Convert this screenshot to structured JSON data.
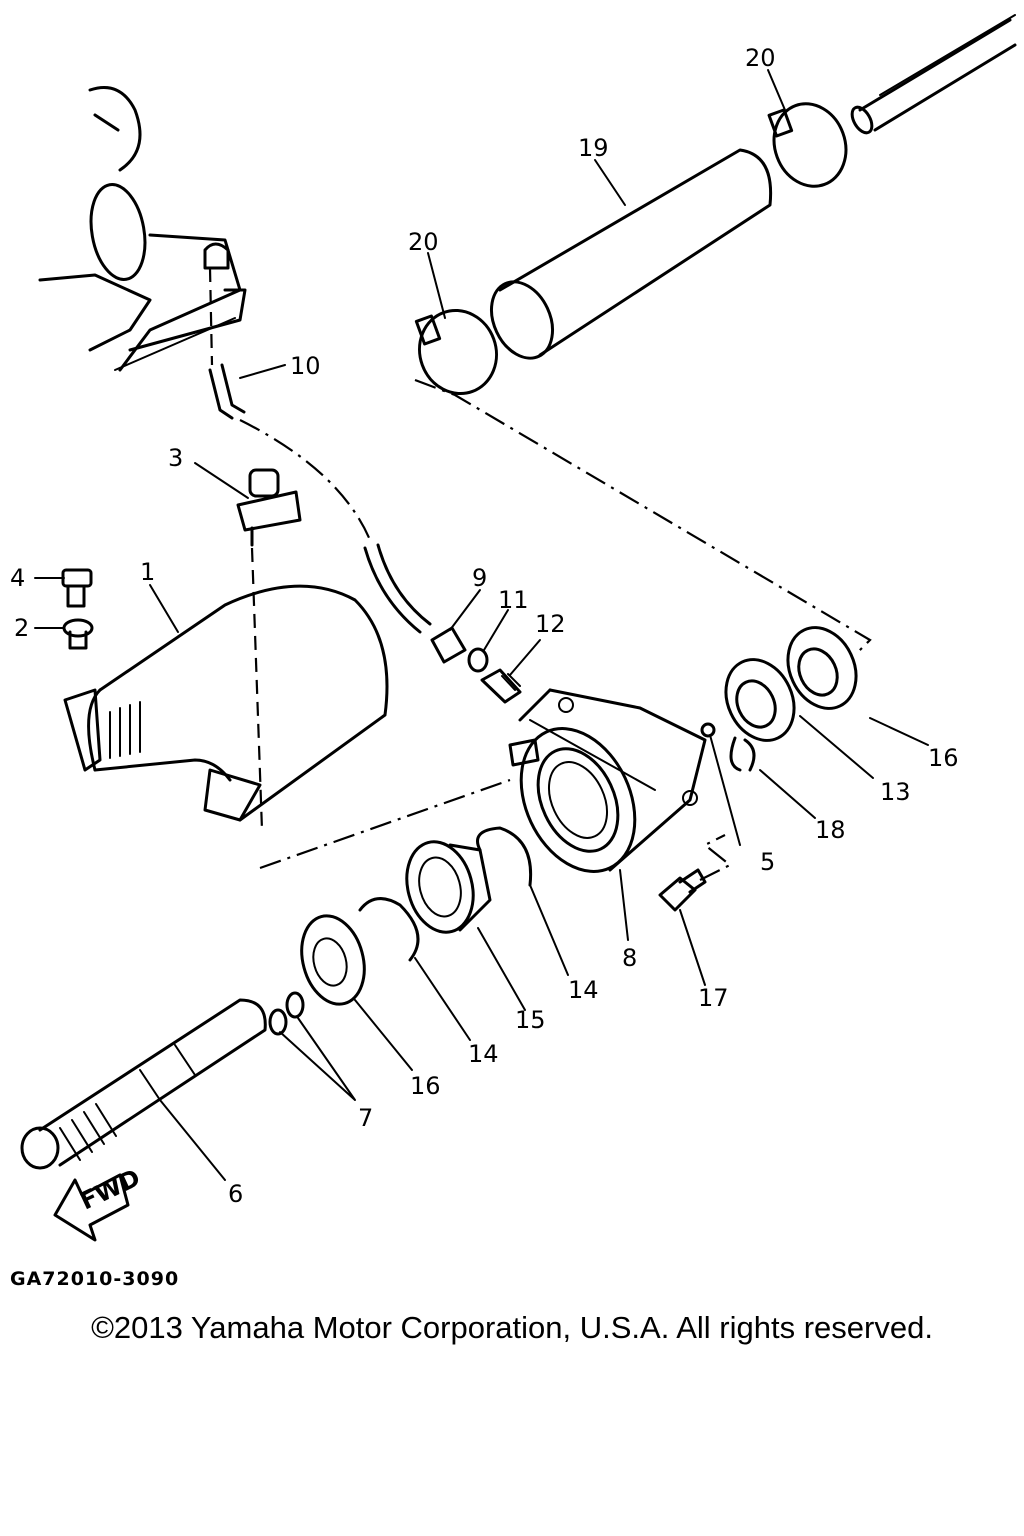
{
  "diagram_code": "GA72010-3090",
  "copyright": "©2013 Yamaha Motor Corporation, U.S.A. All rights reserved.",
  "fwd_label": "FWD",
  "callouts": [
    {
      "id": "c1",
      "label": "1"
    },
    {
      "id": "c2",
      "label": "2"
    },
    {
      "id": "c3",
      "label": "3"
    },
    {
      "id": "c4",
      "label": "4"
    },
    {
      "id": "c5",
      "label": "5"
    },
    {
      "id": "c6",
      "label": "6"
    },
    {
      "id": "c7",
      "label": "7"
    },
    {
      "id": "c8",
      "label": "8"
    },
    {
      "id": "c9",
      "label": "9"
    },
    {
      "id": "c10",
      "label": "10"
    },
    {
      "id": "c11",
      "label": "11"
    },
    {
      "id": "c12",
      "label": "12"
    },
    {
      "id": "c13",
      "label": "13"
    },
    {
      "id": "c14a",
      "label": "14"
    },
    {
      "id": "c14b",
      "label": "14"
    },
    {
      "id": "c15",
      "label": "15"
    },
    {
      "id": "c16a",
      "label": "16"
    },
    {
      "id": "c16b",
      "label": "16"
    },
    {
      "id": "c17",
      "label": "17"
    },
    {
      "id": "c18",
      "label": "18"
    },
    {
      "id": "c19",
      "label": "19"
    },
    {
      "id": "c20a",
      "label": "20"
    },
    {
      "id": "c20b",
      "label": "20"
    }
  ]
}
